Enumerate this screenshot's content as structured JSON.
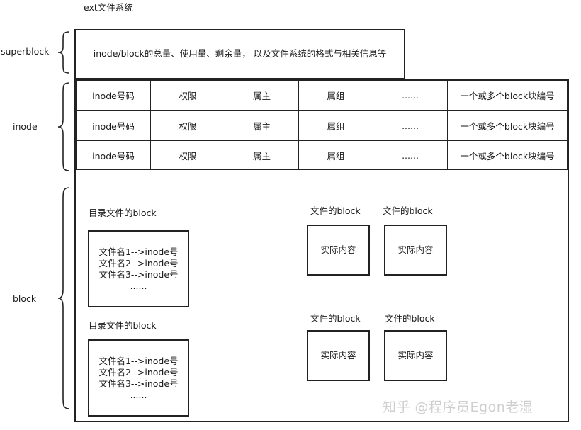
{
  "title": "ext文件系统",
  "labels": {
    "superblock": "superblock",
    "inode": "inode",
    "block": "block"
  },
  "superblock_text": "inode/block的总量、使用量、剩余量， 以及文件系统的格式与相关信息等",
  "inode_rows": [
    [
      "inode号码",
      "权限",
      "属主",
      "属组",
      "......",
      "一个或多个block块编号"
    ],
    [
      "inode号码",
      "权限",
      "属主",
      "属组",
      "......",
      "一个或多个block块编号"
    ],
    [
      "inode号码",
      "权限",
      "属主",
      "属组",
      "......",
      "一个或多个block块编号"
    ]
  ],
  "dir_blocks": [
    {
      "caption": "目录文件的block",
      "lines": [
        "文件名1-->inode号",
        "文件名2-->inode号",
        "文件名3-->inode号",
        "......"
      ]
    },
    {
      "caption": "目录文件的block",
      "lines": [
        "文件名1-->inode号",
        "文件名2-->inode号",
        "文件名3-->inode号",
        "......"
      ]
    }
  ],
  "file_blocks": [
    {
      "caption": "文件的block",
      "content": "实际内容"
    },
    {
      "caption": "文件的block",
      "content": "实际内容"
    },
    {
      "caption": "文件的block",
      "content": "实际内容"
    },
    {
      "caption": "文件的block",
      "content": "实际内容"
    }
  ],
  "watermark": "知乎 @程序员Egon老湿"
}
